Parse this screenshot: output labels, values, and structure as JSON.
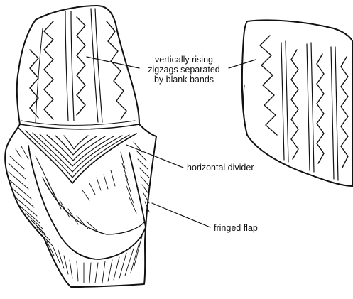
{
  "callouts": {
    "zigzags": {
      "line1": "vertically rising",
      "line2": "zigzags separated",
      "line3": "by blank bands"
    },
    "divider": "horizontal divider",
    "flap": "fringed flap"
  },
  "colors": {
    "ink": "#111111",
    "background": "#ffffff"
  }
}
